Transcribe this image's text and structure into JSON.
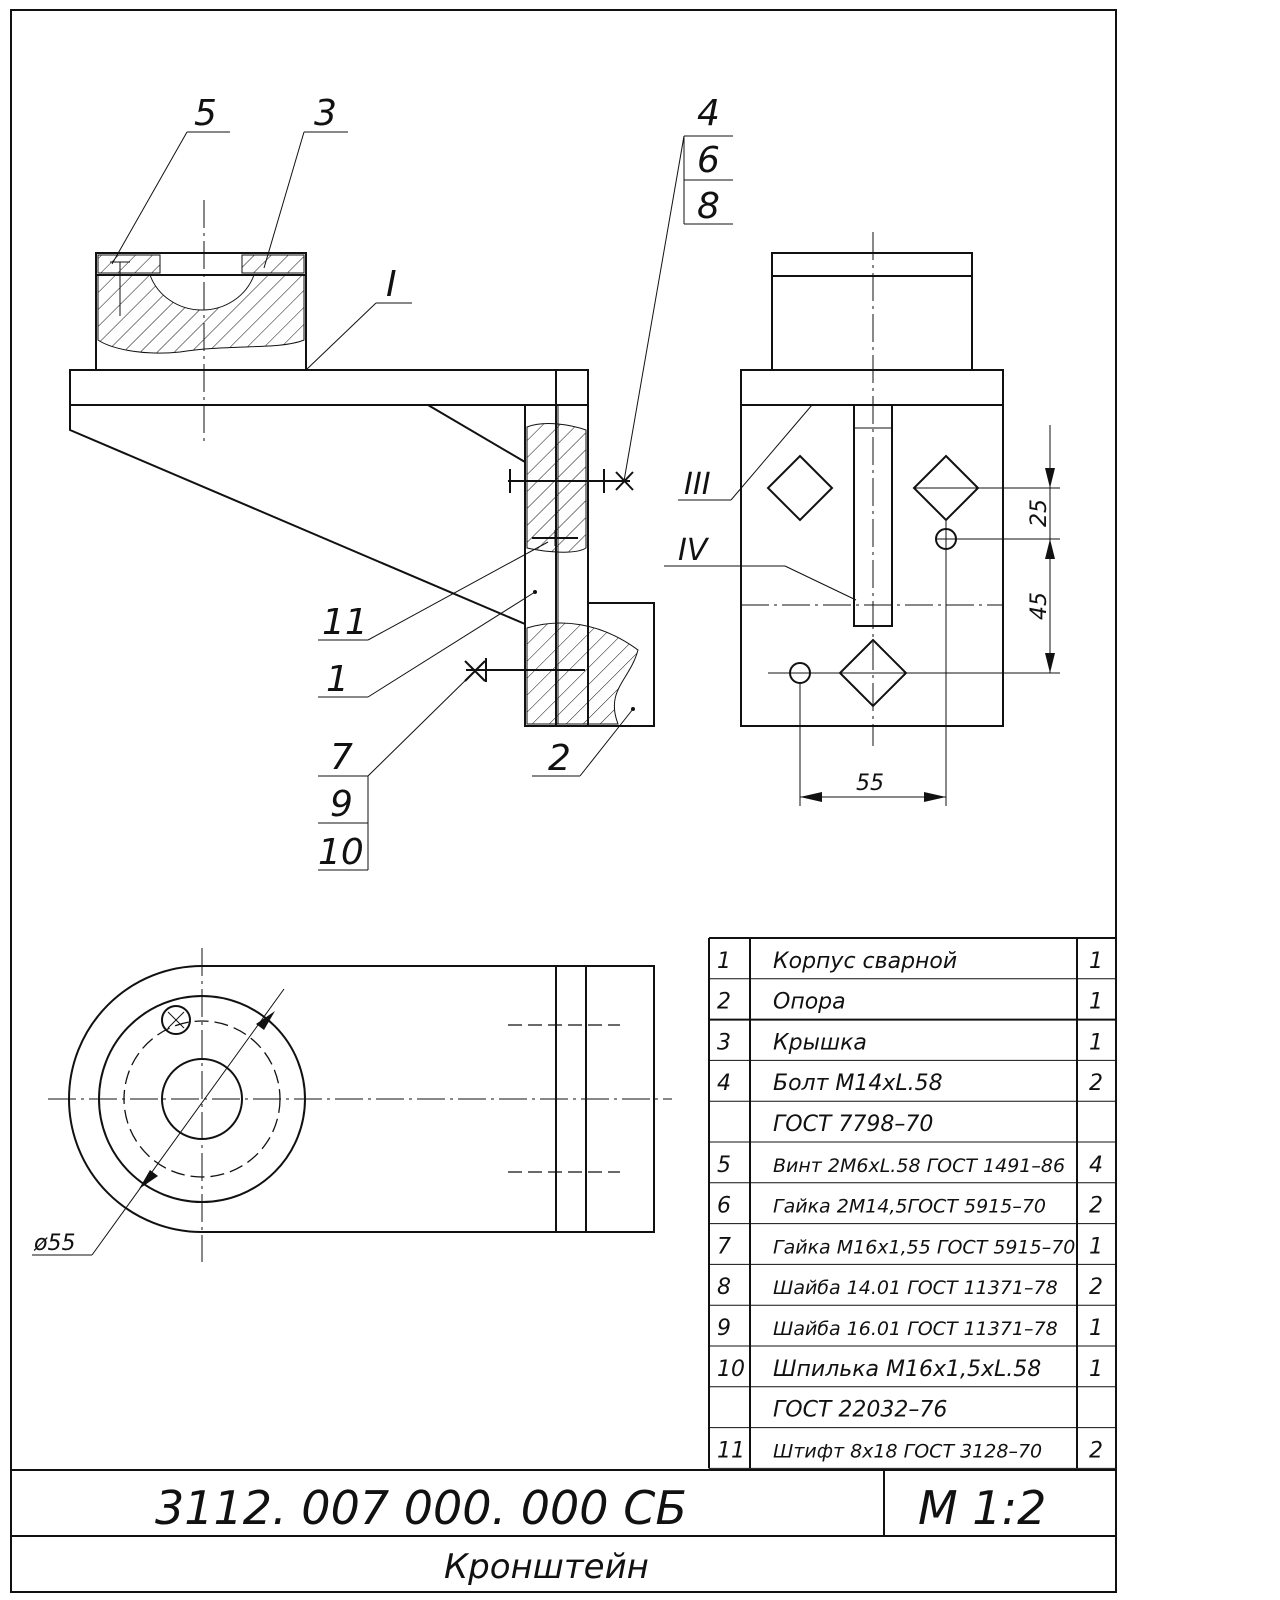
{
  "callouts": {
    "c5": "5",
    "c3": "3",
    "cI": "I",
    "c4": "4",
    "c6": "6",
    "c8": "8",
    "cIII": "III",
    "cIV": "IV",
    "c11": "11",
    "c1": "1",
    "c7": "7",
    "c9": "9",
    "c10": "10",
    "c2": "2"
  },
  "dimensions": {
    "d25": "25",
    "d45": "45",
    "d55": "55",
    "dia55": "ø55"
  },
  "parts": [
    {
      "pos": "1",
      "name": "Корпус сварной",
      "qty": "1"
    },
    {
      "pos": "2",
      "name": "Опора",
      "qty": "1"
    },
    {
      "pos": "3",
      "name": "Крышка",
      "qty": "1"
    },
    {
      "pos": "4",
      "name": "Болт М14хL.58",
      "qty": "2"
    },
    {
      "pos": "",
      "name": "ГОСТ 7798–70",
      "qty": ""
    },
    {
      "pos": "5",
      "name": "Винт 2М6хL.58 ГОСТ 1491–86",
      "qty": "4"
    },
    {
      "pos": "6",
      "name": "Гайка 2М14,5ГОСТ 5915–70",
      "qty": "2"
    },
    {
      "pos": "7",
      "name": "Гайка М16х1,55 ГОСТ 5915–70",
      "qty": "1"
    },
    {
      "pos": "8",
      "name": "Шайба 14.01 ГОСТ 11371–78",
      "qty": "2"
    },
    {
      "pos": "9",
      "name": "Шайба 16.01 ГОСТ 11371–78",
      "qty": "1"
    },
    {
      "pos": "10",
      "name": "Шпилька М16х1,5хL.58",
      "qty": "1"
    },
    {
      "pos": "",
      "name": "ГОСТ 22032–76",
      "qty": ""
    },
    {
      "pos": "11",
      "name": "Штифт 8х18 ГОСТ 3128–70",
      "qty": "2"
    }
  ],
  "title_block": {
    "designation": "3112. 007 000. 000 СБ",
    "scale": "М 1:2",
    "name": "Кронштейн"
  }
}
